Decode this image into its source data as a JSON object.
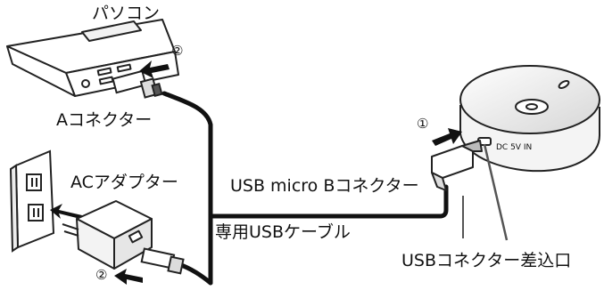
{
  "labels": {
    "pc": "パソコン",
    "a_connector": "Aコネクター",
    "ac_adapter": "ACアダプター",
    "usb_micro_b": "USB micro Bコネクター",
    "cable": "専用USBケーブル",
    "usb_port": "USBコネクター差込口",
    "dc_marking": "DC 5V IN"
  },
  "steps": {
    "step1": "①",
    "step2_pc": "②",
    "step2_adapter": "②"
  }
}
